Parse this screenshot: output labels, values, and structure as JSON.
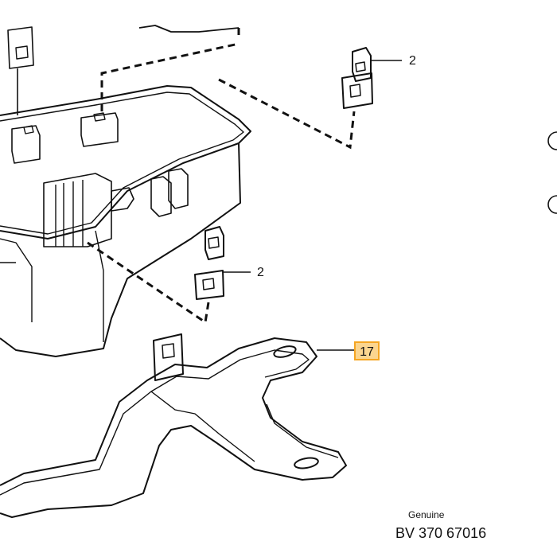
{
  "callouts": [
    {
      "id": "clip-upper-callout",
      "label": "2"
    },
    {
      "id": "clip-lower-callout",
      "label": "2"
    },
    {
      "id": "bracket-callout",
      "label": "17",
      "highlight": "#f5a623",
      "highlight_fill": "#fbd58f"
    }
  ],
  "watermark": {
    "line1": "Genuine",
    "line2": "BV 370 67016"
  },
  "colors": {
    "ink": "#111111",
    "background": "#ffffff"
  }
}
